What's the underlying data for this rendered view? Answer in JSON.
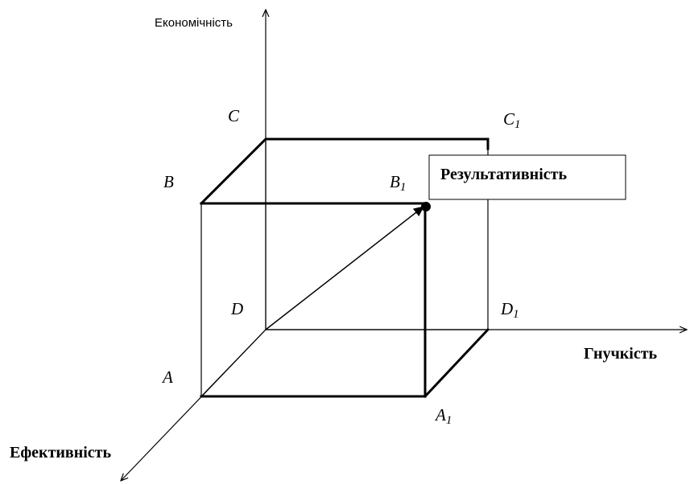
{
  "axes": {
    "vertical": "Економічність",
    "horizontal": "Гнучкість",
    "diagonal": "Ефективність"
  },
  "vertices": {
    "A": {
      "letter": "A",
      "sub": ""
    },
    "A1": {
      "letter": "A",
      "sub": "1"
    },
    "B": {
      "letter": "B",
      "sub": ""
    },
    "B1": {
      "letter": "B",
      "sub": "1"
    },
    "C": {
      "letter": "C",
      "sub": ""
    },
    "C1": {
      "letter": "C",
      "sub": "1"
    },
    "D": {
      "letter": "D",
      "sub": ""
    },
    "D1": {
      "letter": "D",
      "sub": "1"
    }
  },
  "result_label": "Результативність"
}
